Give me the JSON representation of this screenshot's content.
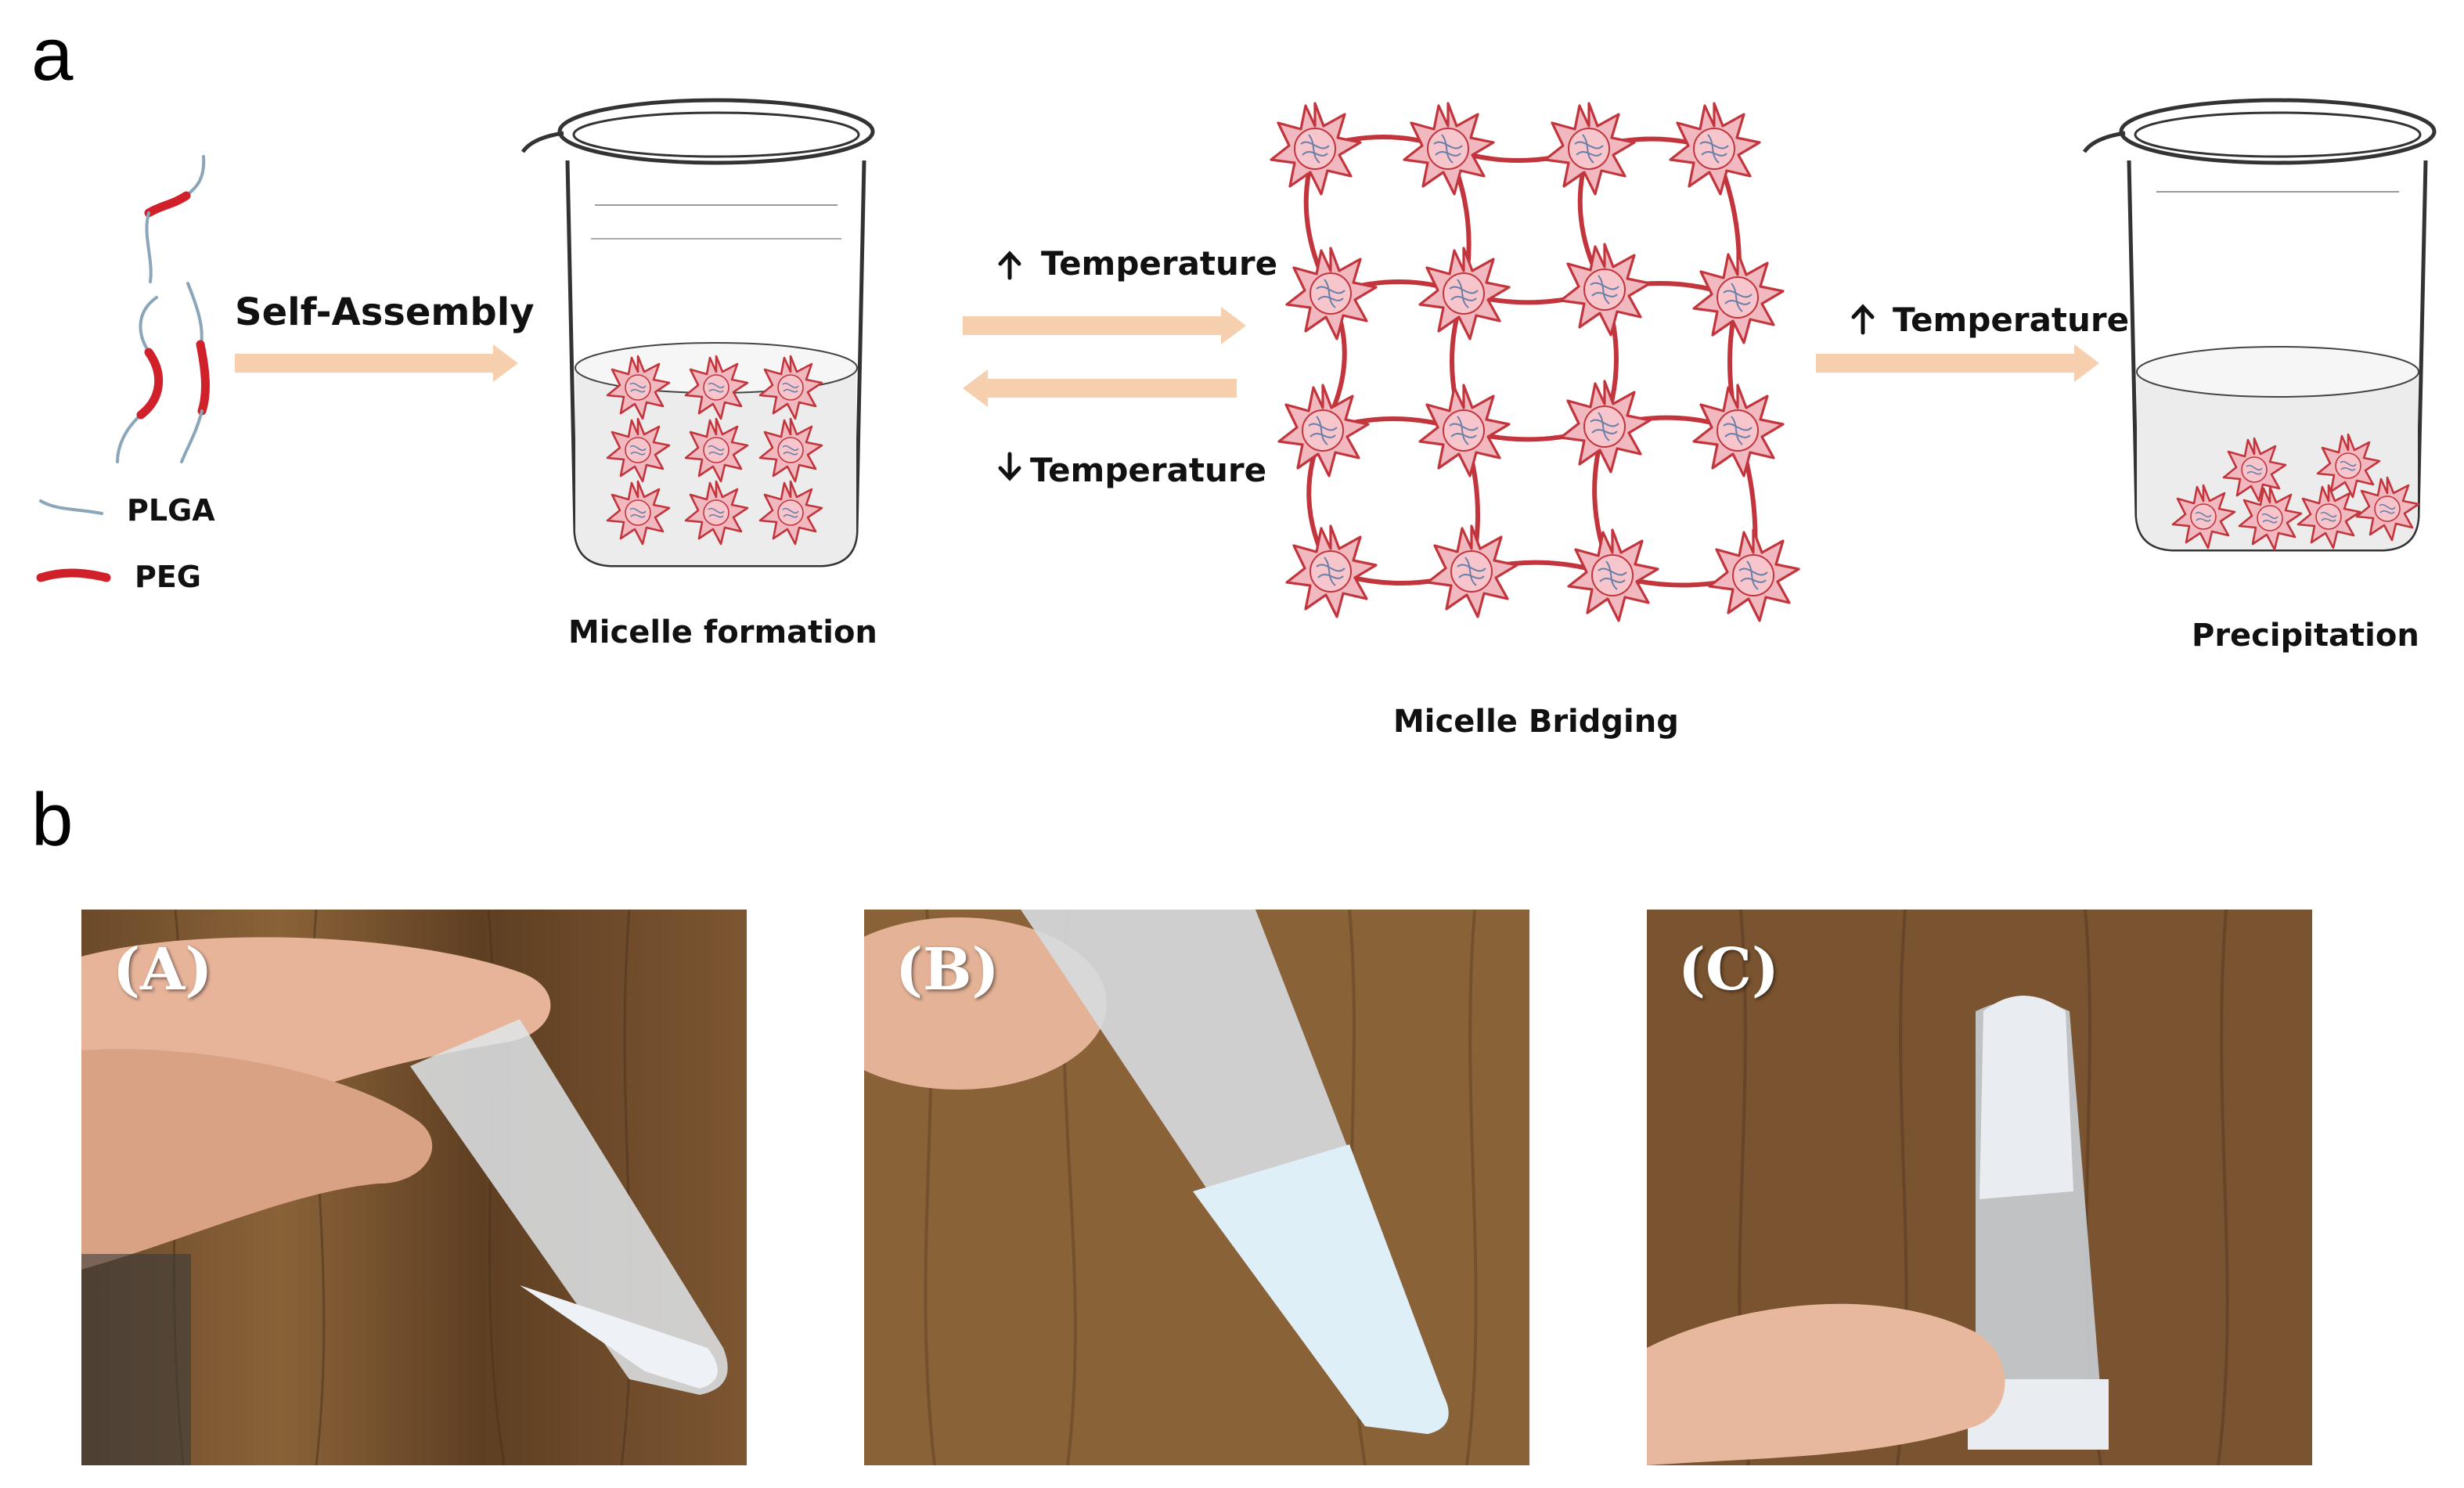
{
  "panel_a": {
    "letter": "a",
    "self_assembly": "Self-Assembly",
    "legend": {
      "plga": "PLGA",
      "peg": "PEG"
    },
    "micelle_formation": "Micelle formation",
    "temp_up": "Temperature",
    "temp_down": "Temperature",
    "micelle_bridging": "Micelle Bridging",
    "temp_up_2": "Temperature",
    "precipitation": "Precipitation",
    "colors": {
      "peg": "#d0202a",
      "plga": "#8aa6b8",
      "arrow": "#f6cfae",
      "star_fill": "#f2b8c0",
      "star_stroke": "#c3353d"
    }
  },
  "panel_b": {
    "letter": "b",
    "photos": [
      {
        "label": "(A)",
        "content": "translucent liquid sol in tube"
      },
      {
        "label": "(B)",
        "content": "opaque white gel in tube"
      },
      {
        "label": "(C)",
        "content": "precipitate with clear liquid in tube"
      }
    ]
  }
}
